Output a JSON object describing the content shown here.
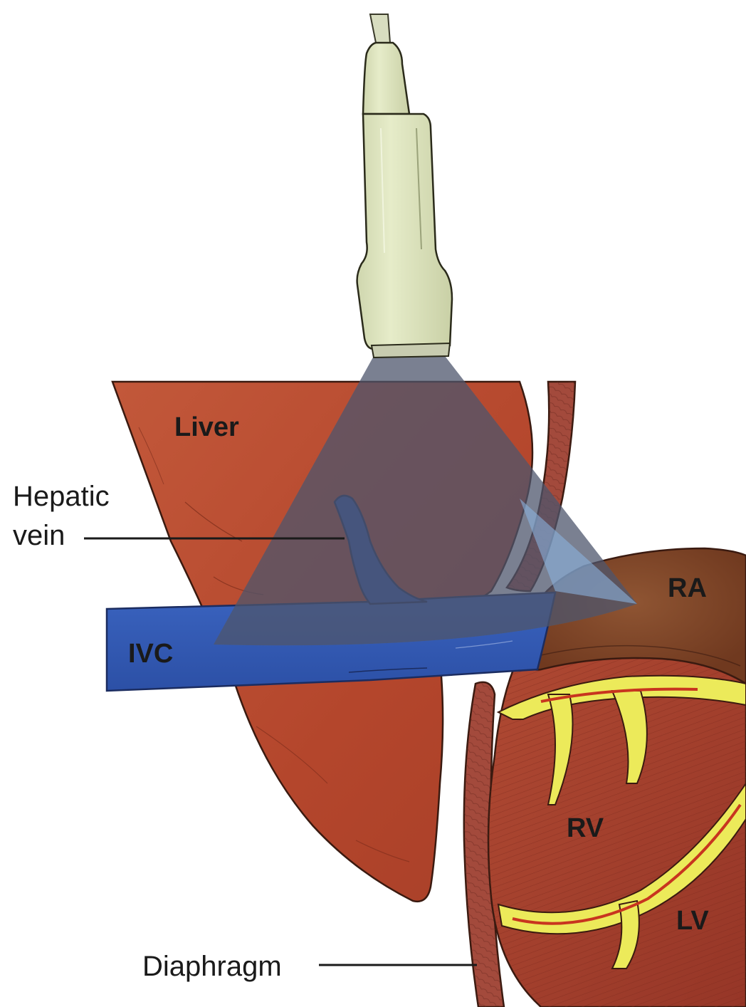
{
  "labels": {
    "liver": "Liver",
    "hepatic_vein_line1": "Hepatic",
    "hepatic_vein_line2": "vein",
    "ivc": "IVC",
    "ra": "RA",
    "rv": "RV",
    "lv": "LV",
    "diaphragm": "Diaphragm"
  },
  "colors": {
    "liver": "#b84a30",
    "ivc": "#2f56b0",
    "probe": "#dde3bf",
    "ultrasound_beam": "#7fa8d8",
    "heart_muscle": "#a8402c",
    "right_atrium": "#8a4a2e",
    "fat": "#ecea5a",
    "diaphragm": "#a34a3c"
  }
}
